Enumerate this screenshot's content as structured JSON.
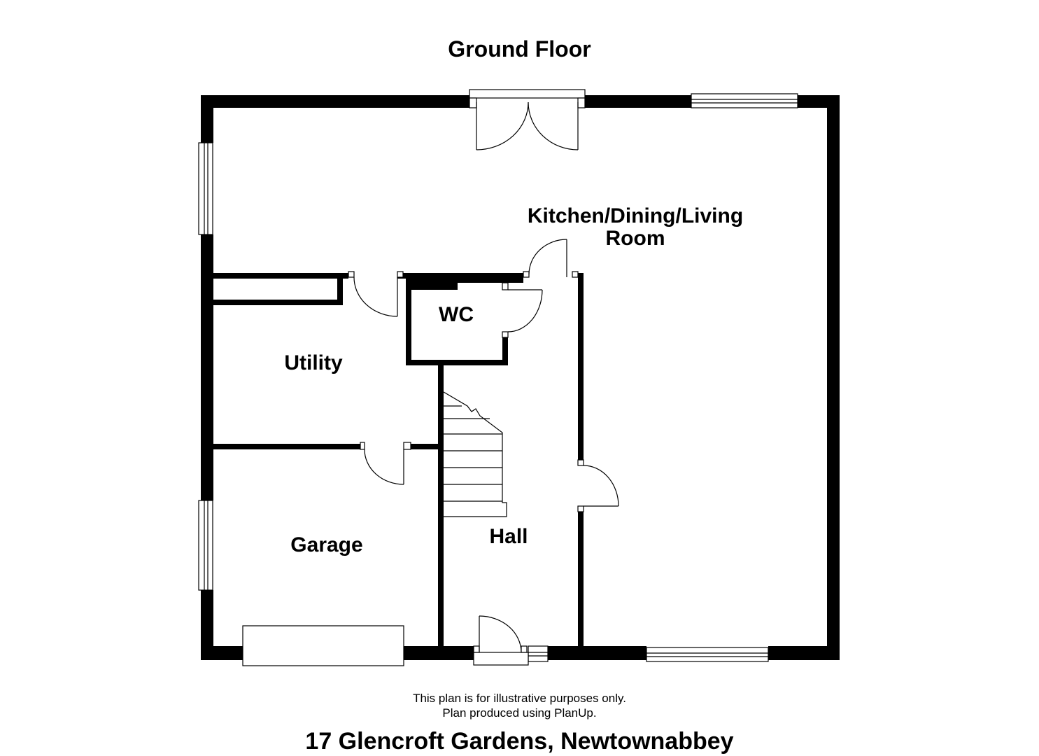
{
  "floor": {
    "title": "Ground Floor"
  },
  "rooms": {
    "kitchen_line1": "Kitchen/Dining/Living",
    "kitchen_line2": "Room",
    "wc": "WC",
    "utility": "Utility",
    "garage": "Garage",
    "hall": "Hall"
  },
  "footer": {
    "disclaimer_line1": "This plan is for illustrative purposes only.",
    "disclaimer_line2": "Plan produced using PlanUp.",
    "address": "17 Glencroft Gardens, Newtownabbey"
  },
  "colors": {
    "wall": "#000000",
    "background": "#ffffff",
    "line": "#000000"
  }
}
